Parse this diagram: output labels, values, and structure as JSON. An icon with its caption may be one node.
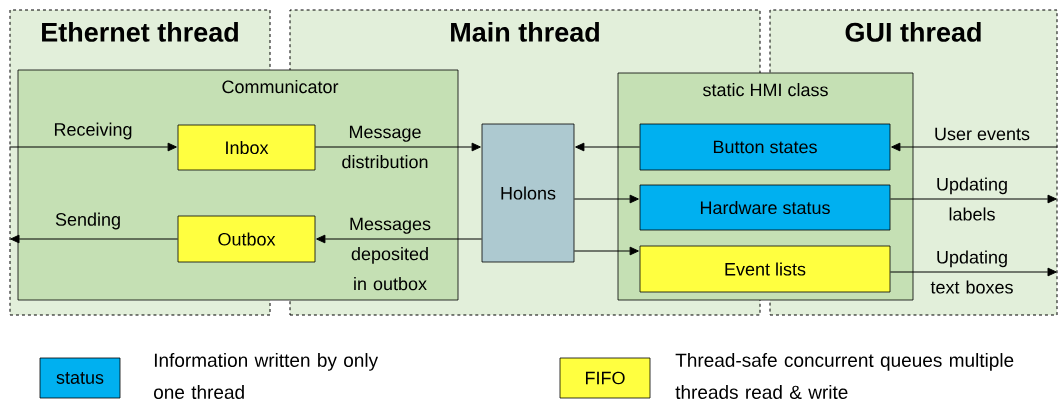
{
  "diagram": {
    "nodes": [
      {
        "text": [
          "Ethernet thread"
        ]
      },
      {
        "text": [
          "Main thread"
        ]
      },
      {
        "text": [
          "GUI thread"
        ]
      },
      {
        "text": [
          "Communicator"
        ]
      },
      {
        "text": [
          "Inbox"
        ],
        "in": 3
      },
      {
        "text": [
          "Outbox"
        ],
        "in": 3
      },
      {
        "text": [
          "Holons"
        ],
        "in": 1
      },
      {
        "text": [
          "static HMI class"
        ]
      },
      {
        "text": [
          "Button states"
        ],
        "in": 7
      },
      {
        "text": [
          "Hardware status"
        ],
        "in": 7
      },
      {
        "text": [
          "Event lists"
        ],
        "in": 7
      }
    ],
    "edges": [
      {
        "from": 0,
        "to": 4,
        "arrow": "to",
        "label": "Receiving"
      },
      {
        "from": 4,
        "to": 6,
        "arrow": "to",
        "label": "Message distribution"
      },
      {
        "from": 6,
        "to": 5,
        "arrow": "to",
        "label": "Messages deposited in outbox"
      },
      {
        "from": 5,
        "to": 0,
        "arrow": "to",
        "label": "Sending"
      },
      {
        "from": 8,
        "to": 6,
        "arrow": "to"
      },
      {
        "from": 2,
        "to": 8,
        "arrow": "to",
        "label": "User events"
      },
      {
        "from": 6,
        "to": 9,
        "arrow": "to"
      },
      {
        "from": 6,
        "to": 10,
        "arrow": "to"
      },
      {
        "from": 9,
        "to": 2,
        "arrow": "to",
        "label": "Updating labels"
      },
      {
        "from": 10,
        "to": 2,
        "arrow": "to",
        "label": "Updating text boxes"
      }
    ],
    "labels": [
      "status",
      "FIFO"
    ],
    "legend": [
      {
        "text": "Information written by only one thread",
        "color": "#00b0f0"
      },
      {
        "text": "Thread-safe concurrent queues multiple threads read & write",
        "color": "#ffff40"
      }
    ]
  }
}
